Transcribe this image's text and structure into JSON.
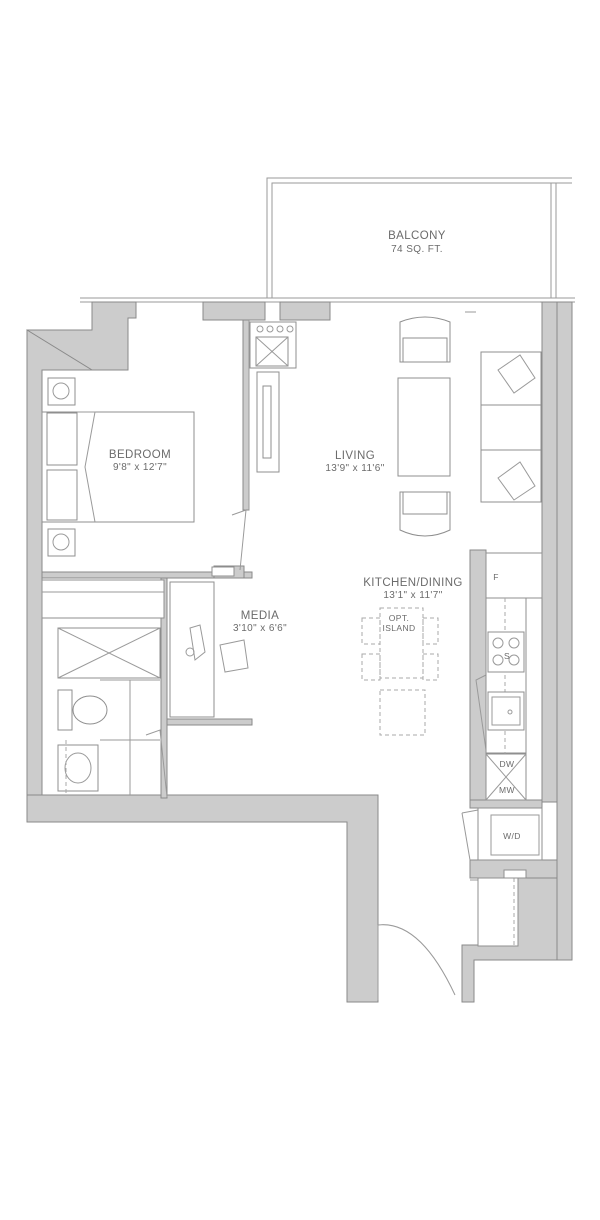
{
  "plan": {
    "rooms": [
      {
        "id": "balcony",
        "name": "BALCONY",
        "dims": "74 SQ. FT."
      },
      {
        "id": "bedroom",
        "name": "BEDROOM",
        "dims": "9'8\" x 12'7\""
      },
      {
        "id": "living",
        "name": "LIVING",
        "dims": "13'9\" x 11'6\""
      },
      {
        "id": "kitchen-dining",
        "name": "KITCHEN/DINING",
        "dims": "13'1\" x 11'7\""
      },
      {
        "id": "media",
        "name": "MEDIA",
        "dims": "3'10\" x 6'6\""
      }
    ],
    "fixtures": {
      "island": [
        "OPT.",
        "ISLAND"
      ],
      "fridge": "F",
      "dishwasher": "DW",
      "microwave": "MW",
      "washer_dryer": "W/D",
      "sink_mark": "S"
    }
  }
}
